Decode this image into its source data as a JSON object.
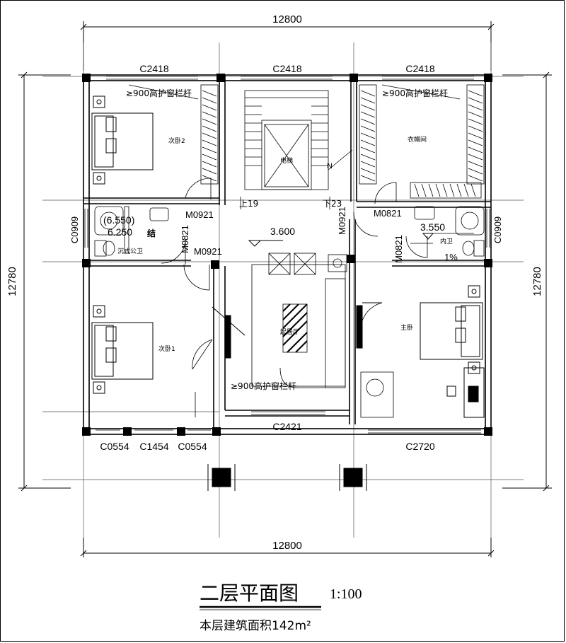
{
  "plan": {
    "title": "二层平面图",
    "scale": "1:100",
    "area_note": "本层建筑面积142m²"
  },
  "dimensions": {
    "top": "12800",
    "bottom": "12800",
    "left": "12780",
    "right": "12780"
  },
  "windows": {
    "top_left": "C2418",
    "top_mid": "C2418",
    "top_right": "C2418",
    "left_side": "C0909",
    "right_side": "C0909",
    "bottom_c0554_a": "C0554",
    "bottom_c1454": "C1454",
    "bottom_c0554_b": "C0554",
    "bottom_mid": "C2421",
    "bottom_right": "C2720"
  },
  "doors": {
    "m0921_a": "M0921",
    "m0821_left": "M0821",
    "m0921_b": "M0921",
    "m0921_c": "M0921",
    "m0821_top_right": "M0821",
    "m0821_right": "M0821"
  },
  "rooms": {
    "bedroom2": "次卧2",
    "cloakroom": "衣帽间",
    "elevator": "电梯",
    "public_bath": "沉式公卫",
    "ensuite": "内卫",
    "living": "起居厅",
    "bedroom1": "次卧1",
    "master": "主卧"
  },
  "notes": {
    "railing_left": "≥900高护窗栏杆",
    "railing_right": "≥900高护窗栏杆",
    "railing_mid": "≥900高护窗栏杆",
    "elev_left": "(6.550)",
    "elev_left2": "6.250",
    "elev_mid": "3.600",
    "elev_right": "3.550",
    "step19": "上19",
    "step23": "下23",
    "struct": "结",
    "slope": "1%",
    "north": "N"
  }
}
